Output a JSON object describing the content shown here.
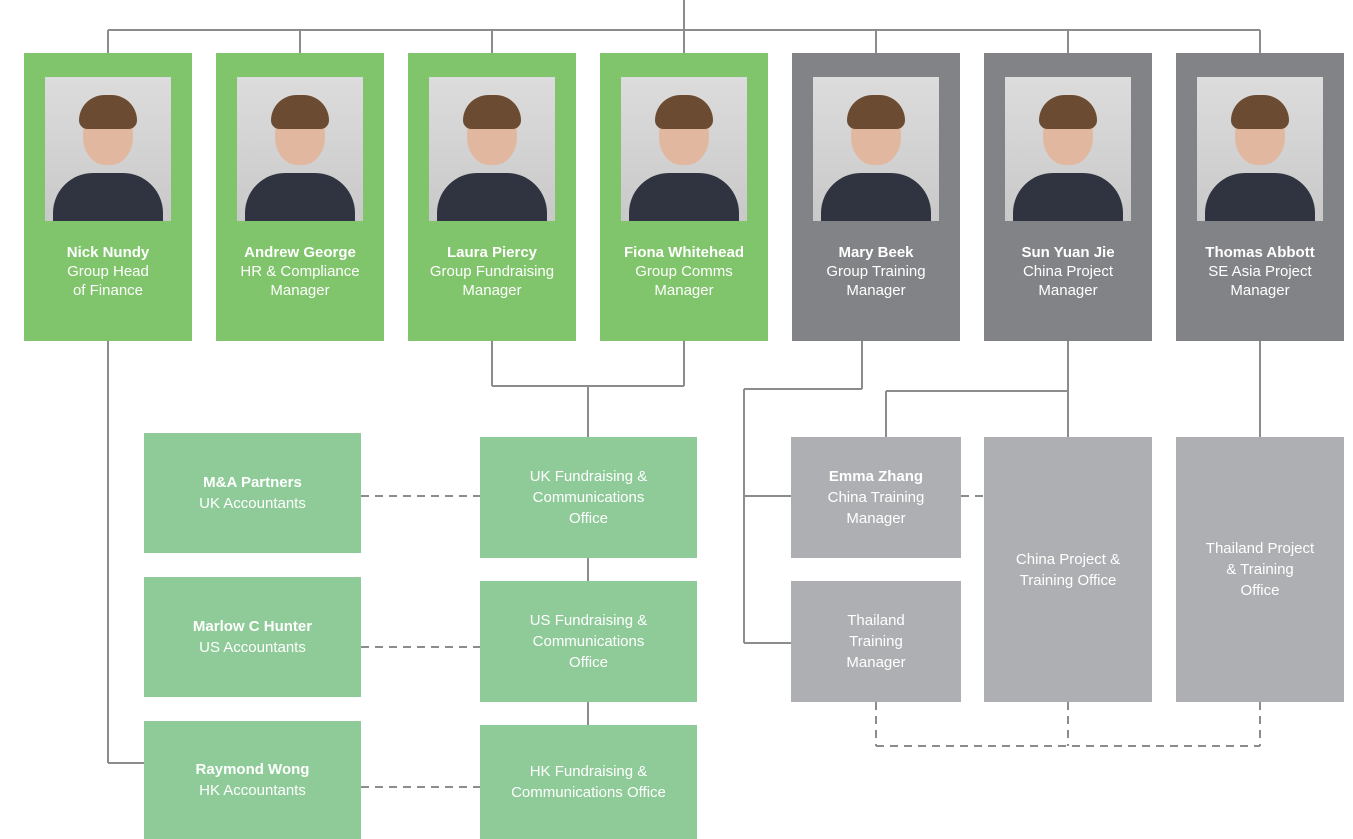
{
  "people": [
    {
      "id": "nick",
      "name": "Nick Nundy",
      "title": "Group Head\nof Finance",
      "color": "green",
      "photo": "portrait-photo"
    },
    {
      "id": "andrew",
      "name": "Andrew George",
      "title": "HR & Compliance\nManager",
      "color": "green",
      "photo": "portrait-photo"
    },
    {
      "id": "laura",
      "name": "Laura Piercy",
      "title": "Group Fundraising\nManager",
      "color": "green",
      "photo": "portrait-photo"
    },
    {
      "id": "fiona",
      "name": "Fiona Whitehead",
      "title": "Group Comms\nManager",
      "color": "green",
      "photo": "portrait-photo"
    },
    {
      "id": "mary",
      "name": "Mary Beek",
      "title": "Group Training\nManager",
      "color": "grey",
      "photo": "portrait-photo"
    },
    {
      "id": "sun",
      "name": "Sun Yuan Jie",
      "title": "China Project\nManager",
      "color": "grey",
      "photo": "portrait-photo"
    },
    {
      "id": "thomas",
      "name": "Thomas Abbott",
      "title": "SE Asia Project\nManager",
      "color": "grey",
      "photo": "portrait-photo"
    }
  ],
  "offices": [
    {
      "id": "ma",
      "name": "M&A Partners",
      "text": "UK Accountants",
      "color": "green"
    },
    {
      "id": "marlow",
      "name": "Marlow C Hunter",
      "text": "US Accountants",
      "color": "green"
    },
    {
      "id": "raymond",
      "name": "Raymond Wong",
      "text": "HK Accountants",
      "color": "green"
    },
    {
      "id": "ukf",
      "name": "",
      "text": "UK Fundraising &\nCommunications\nOffice",
      "color": "green"
    },
    {
      "id": "usf",
      "name": "",
      "text": "US Fundraising &\nCommunications\nOffice",
      "color": "green"
    },
    {
      "id": "hkf",
      "name": "",
      "text": "HK Fundraising &\nCommunications Office",
      "color": "green"
    },
    {
      "id": "emma",
      "name": "Emma Zhang",
      "text": "China Training\nManager",
      "color": "grey"
    },
    {
      "id": "thtm",
      "name": "",
      "text": "Thailand\nTraining\nManager",
      "color": "grey"
    },
    {
      "id": "cpto",
      "name": "",
      "text": "China Project &\nTraining Office",
      "color": "grey"
    },
    {
      "id": "tpto",
      "name": "",
      "text": "Thailand Project\n& Training\nOffice",
      "color": "grey"
    }
  ],
  "colors": {
    "green_person": "#80c46b",
    "grey_person": "#828386",
    "green_office": "#8ecb98",
    "grey_office": "#aeafb2",
    "line": "#8c8c8c"
  }
}
